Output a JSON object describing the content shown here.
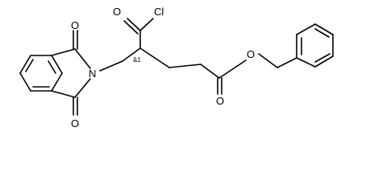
{
  "molecule": {
    "labels": {
      "acyl_chloride_oxygen": "O",
      "chlorine": "Cl",
      "imide_nitrogen": "N",
      "imide_oxygen_top": "O",
      "imide_oxygen_bottom": "O",
      "ester_ether_oxygen": "O",
      "ester_carbonyl_oxygen": "O",
      "stereo_descriptor": "&1"
    },
    "colors": {
      "ink": "#000000",
      "background": "#ffffff"
    }
  }
}
